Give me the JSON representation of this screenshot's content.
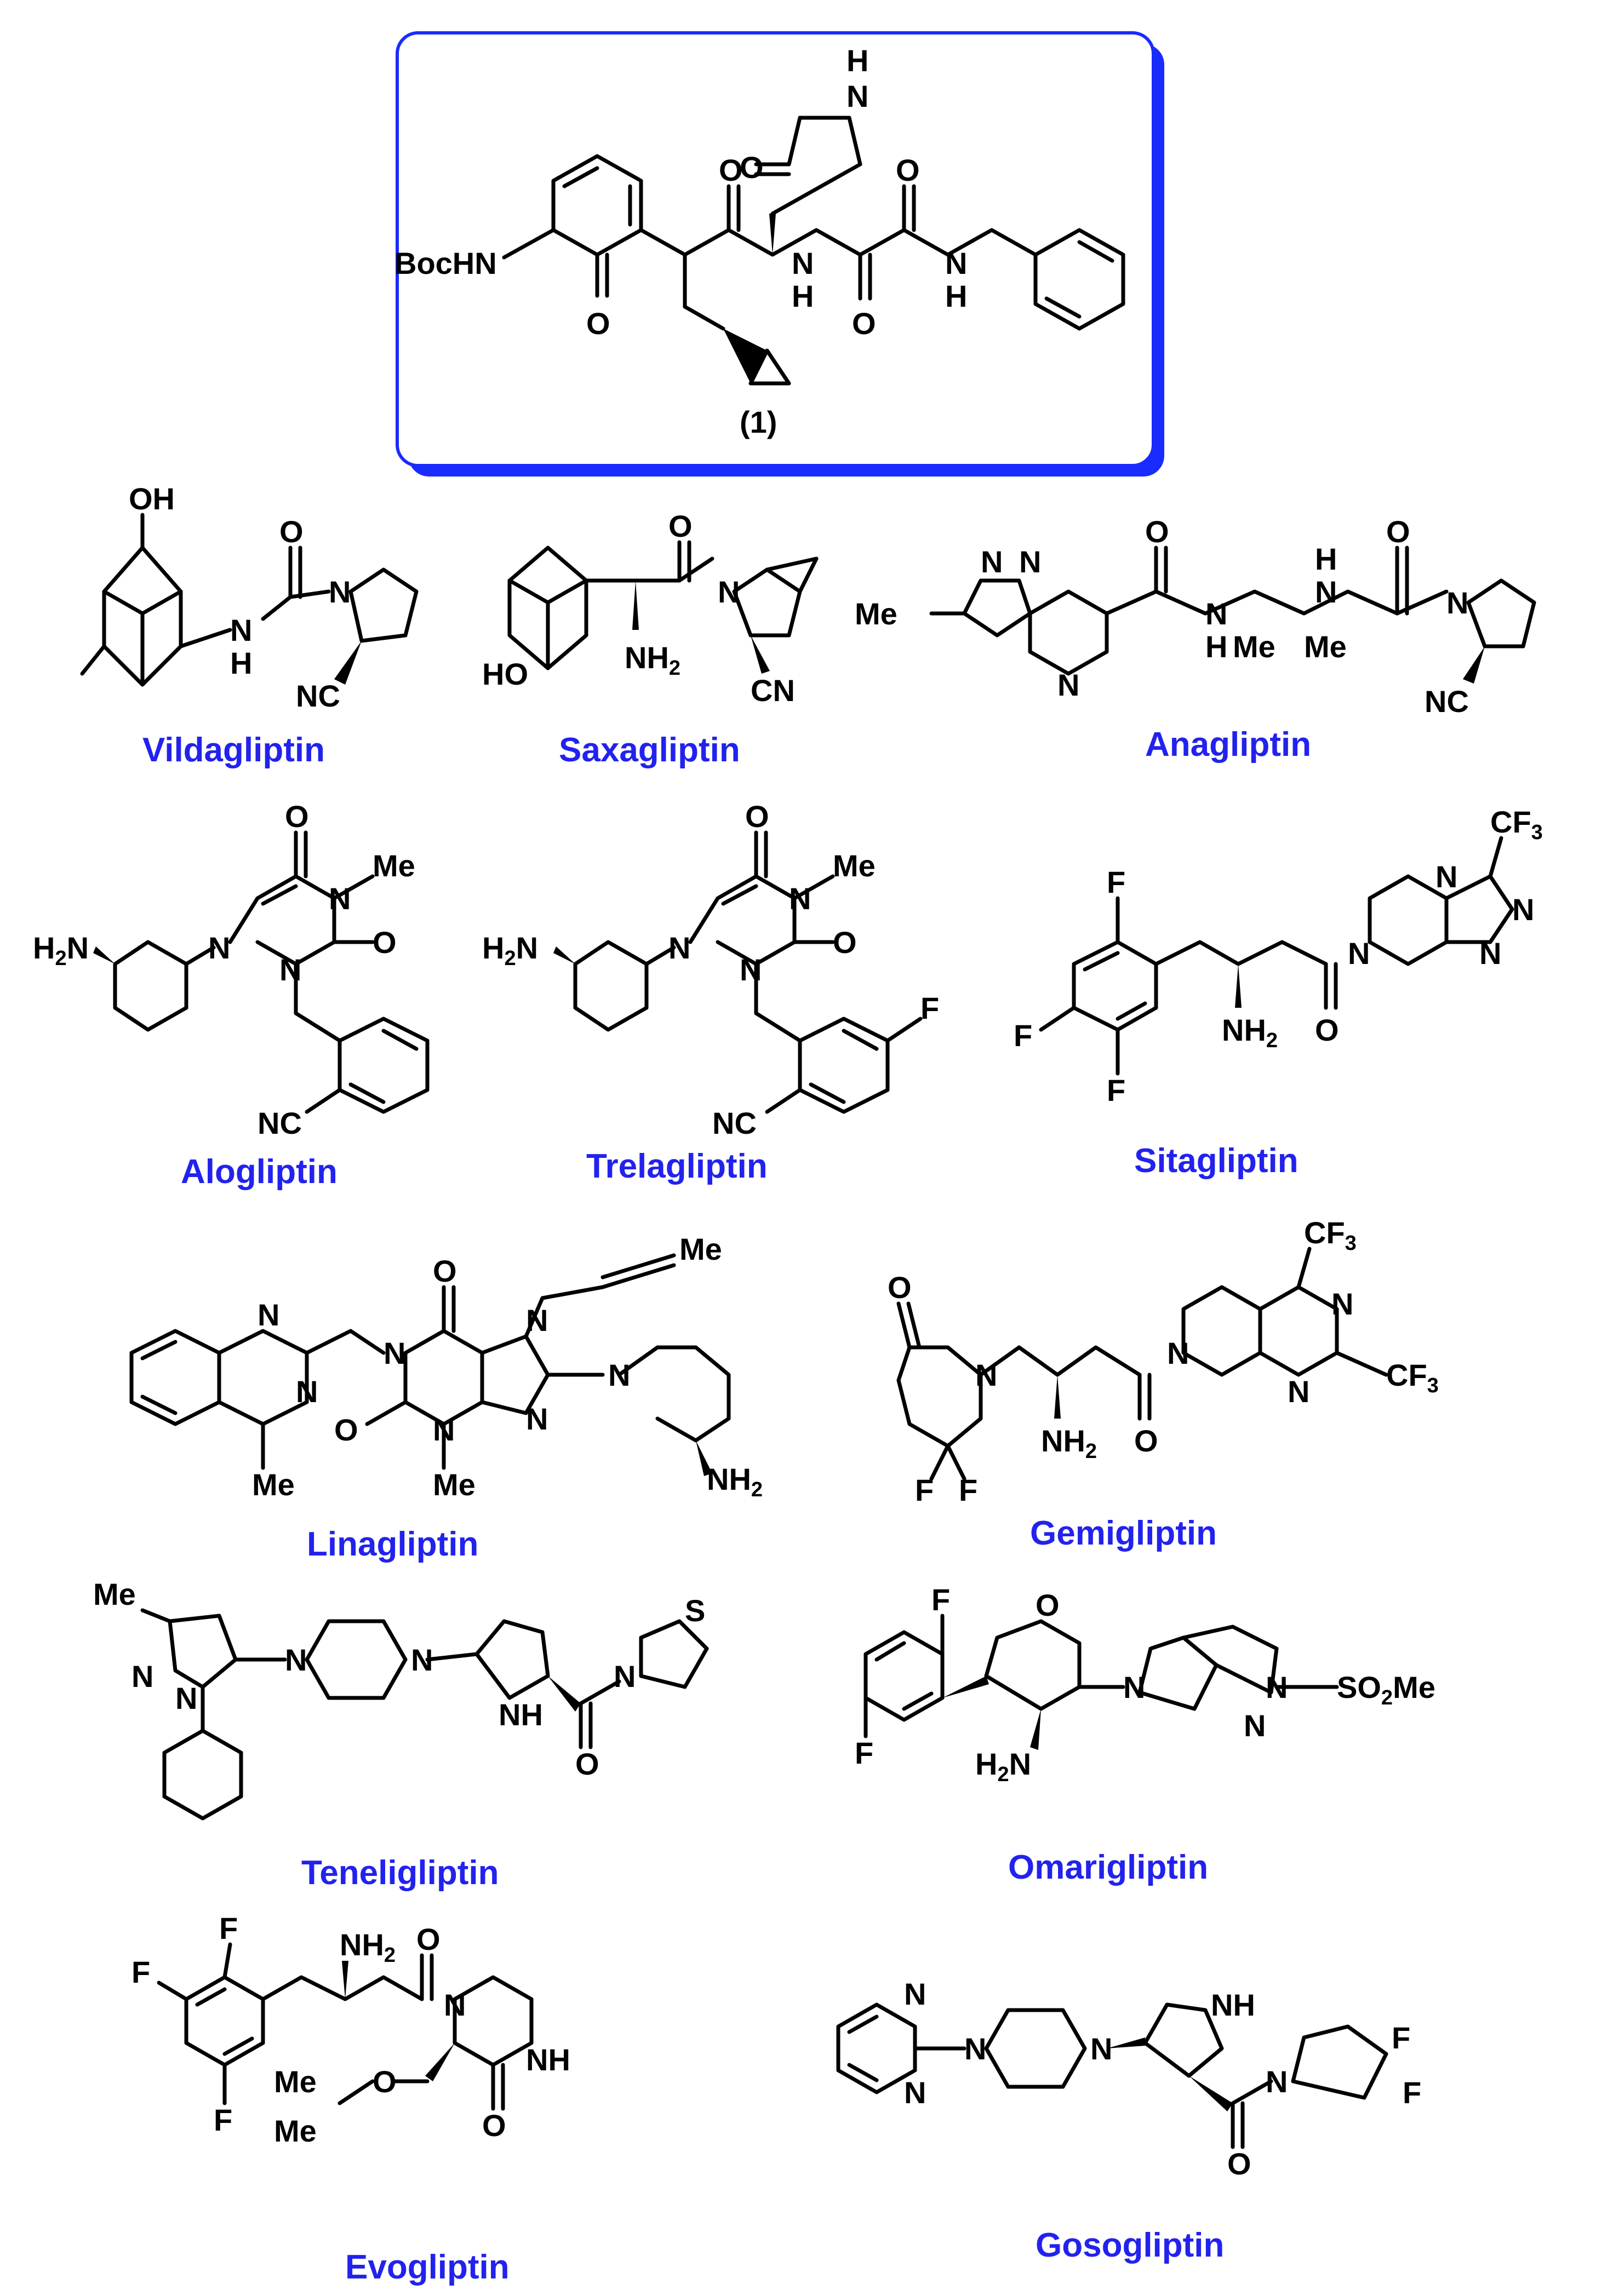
{
  "compound": {
    "label": "(1)"
  },
  "labels": {
    "vildagliptin": "Vildagliptin",
    "saxagliptin": "Saxagliptin",
    "anagliptin": "Anagliptin",
    "alogliptin": "Alogliptin",
    "trelagliptin": "Trelagliptin",
    "sitagliptin": "Sitagliptin",
    "linagliptin": "Linagliptin",
    "gemigliptin": "Gemigliptin",
    "teneligliptin": "Teneligliptin",
    "omarigliptin": "Omarigliptin",
    "evogliptin": "Evogliptin",
    "gosogliptin": "Gosogliptin"
  },
  "colors": {
    "label": "#2222ee",
    "frame": "#1a2bff",
    "frame_shadow": "#1a2bff"
  }
}
